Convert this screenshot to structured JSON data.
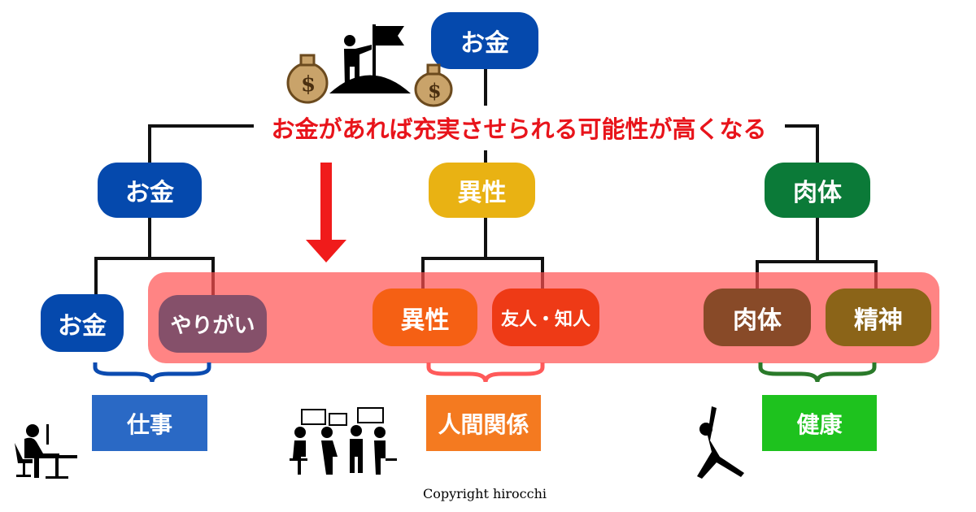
{
  "root": {
    "label": "お金"
  },
  "headline": "お金があれば充実させられる可能性が高くなる",
  "level2": [
    {
      "label": "お金"
    },
    {
      "label": "異性"
    },
    {
      "label": "肉体"
    }
  ],
  "level3": [
    {
      "label": "お金"
    },
    {
      "label": "やりがい"
    },
    {
      "label": "異性"
    },
    {
      "label": "友人・知人"
    },
    {
      "label": "肉体"
    },
    {
      "label": "精神"
    }
  ],
  "groups": [
    {
      "label": "仕事"
    },
    {
      "label": "人間関係"
    },
    {
      "label": "健康"
    }
  ],
  "copyright": "Copyright hirocchi",
  "colors": {
    "blue": "#0549AD",
    "yellow": "#E9B213",
    "green": "#0B7A38",
    "band": "#FF8282",
    "headline": "#E8141B"
  }
}
